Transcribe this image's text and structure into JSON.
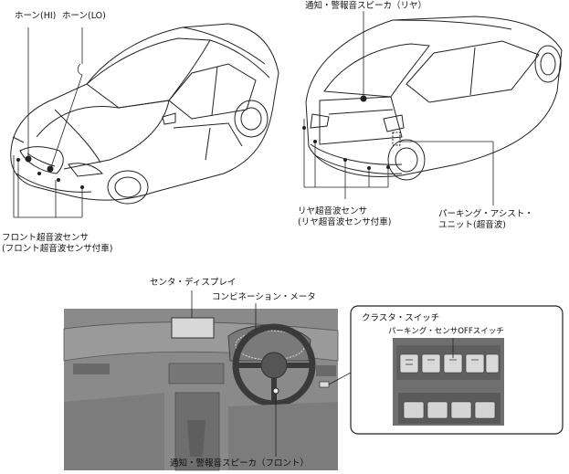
{
  "labels": {
    "horn_hi": "ホーン(HI)",
    "horn_lo": "ホーン(LO)",
    "rear_warning_speaker": "通知・警報音スピーカ（リヤ）",
    "front_sensor_line1": "フロント超音波センサ",
    "front_sensor_line2": "(フロント超音波センサ付車)",
    "rear_sensor_line1": "リヤ超音波センサ",
    "rear_sensor_line2": "(リヤ超音波センサ付車)",
    "parking_assist_line1": "パーキング・アシスト・",
    "parking_assist_line2": "ユニット(超音波)",
    "center_display": "センタ・ディスプレイ",
    "combination_meter": "コンビネーション・メータ",
    "cluster_switch": "クラスタ・スイッチ",
    "parking_sensor_off_switch": "パーキング・センサOFFスイッチ",
    "front_warning_speaker": "通知・警報音スピーカ（フロント）"
  },
  "colors": {
    "line": "#222222",
    "dash_fill": "#8a8a8a",
    "dash_dark": "#555555",
    "panel_fill": "#6f6f6f"
  }
}
